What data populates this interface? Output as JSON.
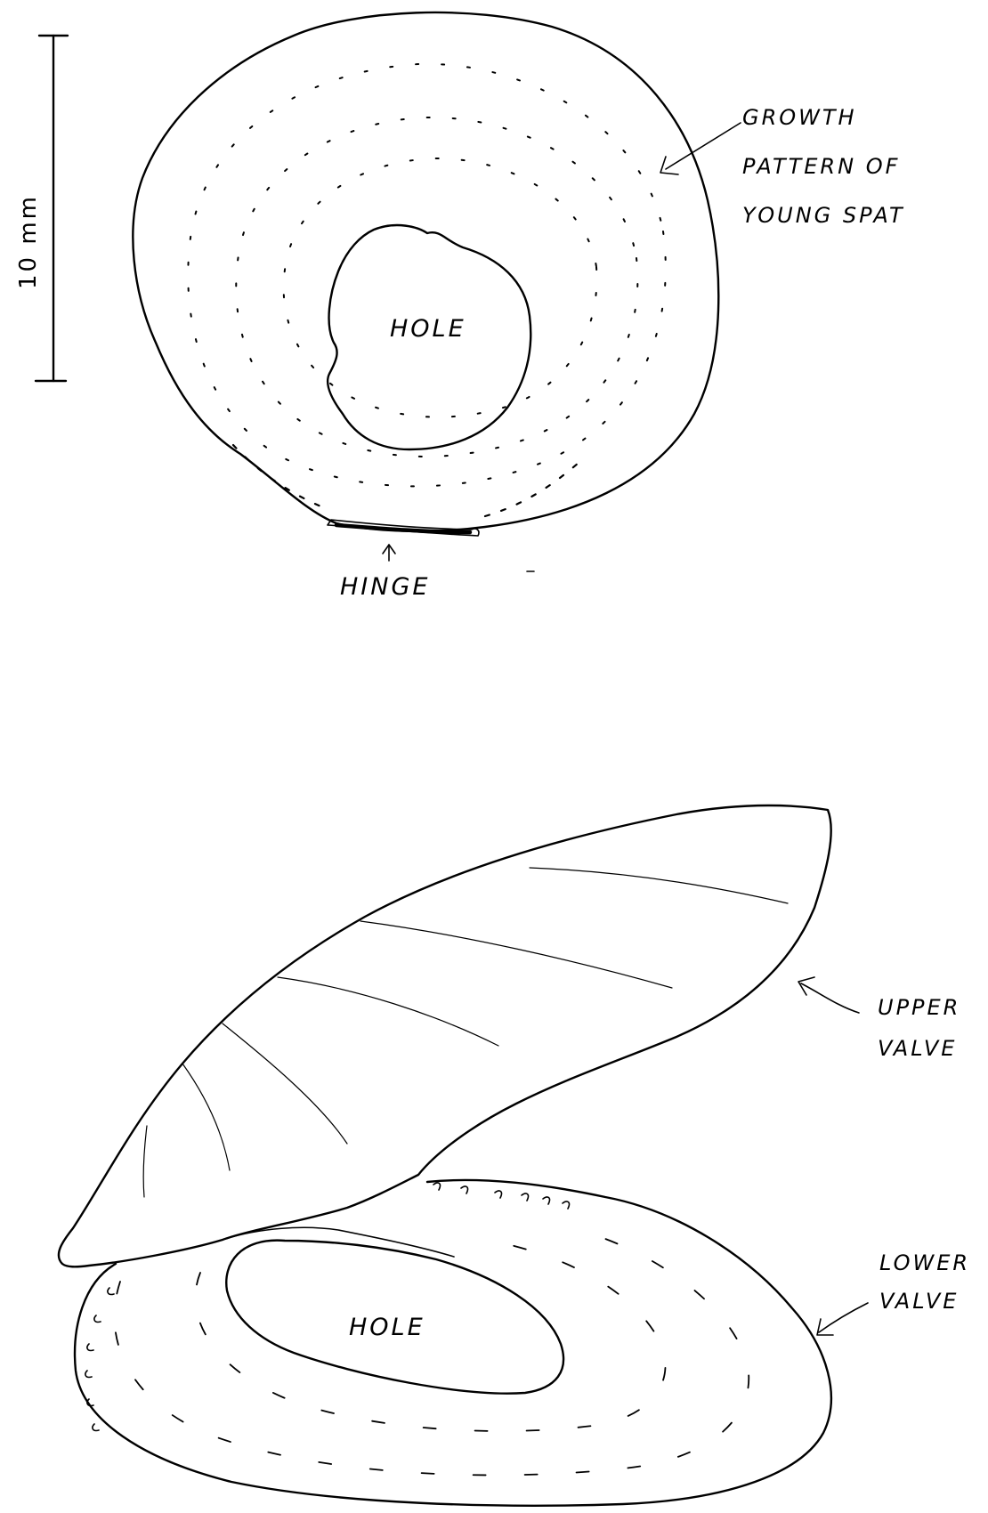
{
  "scale_bar": {
    "label": "10 mm"
  },
  "top_view": {
    "hole_label": "HOLE",
    "hinge_label": "HINGE",
    "growth_label_lines": [
      "GROWTH",
      "PATTERN OF",
      "YOUNG SPAT"
    ]
  },
  "side_view": {
    "upper_valve_label_lines": [
      "UPPER",
      "VALVE"
    ],
    "lower_valve_label_lines": [
      "LOWER",
      "VALVE"
    ],
    "hole_label": "HOLE"
  }
}
